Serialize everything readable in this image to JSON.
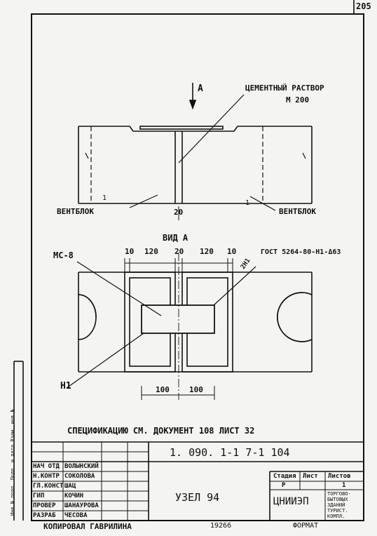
{
  "sheet_number": "205",
  "section_label": "А",
  "mortar_note_line1": "ЦЕМЕНТНЫЙ РАСТВОР",
  "mortar_note_line2": "М 200",
  "vent_block_left": "ВЕНТБЛОК",
  "vent_block_right": "ВЕНТБЛОК",
  "pos_left": "1",
  "pos_right": "1",
  "gap_dim": "20",
  "view_title": "ВИД А",
  "top_dims": [
    "10",
    "120",
    "20",
    "120",
    "10"
  ],
  "bottom_dims": [
    "100",
    "100"
  ],
  "label_mc": "МС-8",
  "label_n1": "Н1",
  "label_n1_tag": "2Н1",
  "gost": "ГОСТ 5264-80-Н1-Δ63",
  "spec_note": "СПЕЦИФИКАЦИЮ  СМ. ДОКУМЕНТ  108  ЛИСТ 32",
  "doc_code": "1. 090. 1-1   7-1  104",
  "title": "УЗЕЛ 94",
  "org": "ЦНИИЭП",
  "org_sub": [
    "ТОРГОВО-",
    "БЫТОВЫХ",
    "ЗДАНИЙ",
    "ТУРИСТ.",
    "КОМПЛ."
  ],
  "stage_headers": [
    "Стадия",
    "Лист",
    "Листов"
  ],
  "stage_values": [
    "Р",
    "",
    "1"
  ],
  "roles": [
    {
      "role": "НАЧ ОТД",
      "name": "ВОЛЫНСКИЙ"
    },
    {
      "role": "Н.КОНТР",
      "name": "СОКОЛОВА"
    },
    {
      "role": "ГЛ.КОНСТ",
      "name": "ШАЦ"
    },
    {
      "role": "ГИП",
      "name": "КОЧИН"
    },
    {
      "role": "ПРОВЕР",
      "name": "ШАНАУРОВА"
    },
    {
      "role": "РАЗРАБ",
      "name": "ЧЕСОВА"
    }
  ],
  "checked_by": "КОПИРОВАЛ  ГАВРИЛИНА",
  "inv_number": "19266",
  "format_label": "ФОРМАТ",
  "side_stamp": "Инв.№ подл.  Подп. и дата  Взам. инв.№"
}
